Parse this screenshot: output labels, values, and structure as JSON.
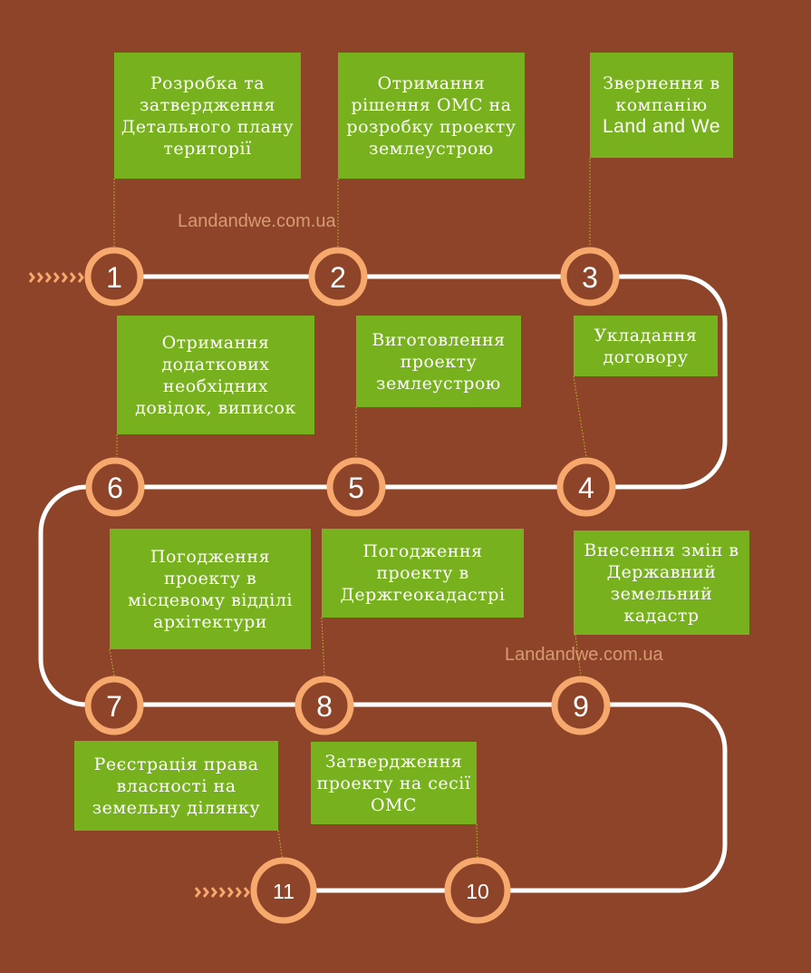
{
  "steps": [
    {
      "number": "1",
      "text": "Розробка та затвердження Детального плану території"
    },
    {
      "number": "2",
      "text": "Отримання рішення ОМС на розробку проекту землеустрою"
    },
    {
      "number": "3",
      "text": "Звернення в компанію",
      "brand": "Land and We"
    },
    {
      "number": "4",
      "text": "Укладання договору"
    },
    {
      "number": "5",
      "text": "Виготовлення проекту землеустрою"
    },
    {
      "number": "6",
      "text": "Отримання додаткових необхідних довідок, виписок"
    },
    {
      "number": "7",
      "text": "Погодження проекту в місцевому відділі архітектури"
    },
    {
      "number": "8",
      "text": "Погодження проекту в Держгеокадастрі"
    },
    {
      "number": "9",
      "text": "Внесення змін в Державний земельний кадастр"
    },
    {
      "number": "10",
      "text": "Затвердження проекту на сесії ОМС"
    },
    {
      "number": "11",
      "text": "Реєстрація права власності на земельну ділянку"
    }
  ],
  "watermark": "Landandwe.com.ua",
  "colors": {
    "background": "#8e4428",
    "box": "#77b21e",
    "circle_ring": "#f7a86c",
    "path": "#ffffff",
    "arrow": "#f7a86c"
  }
}
